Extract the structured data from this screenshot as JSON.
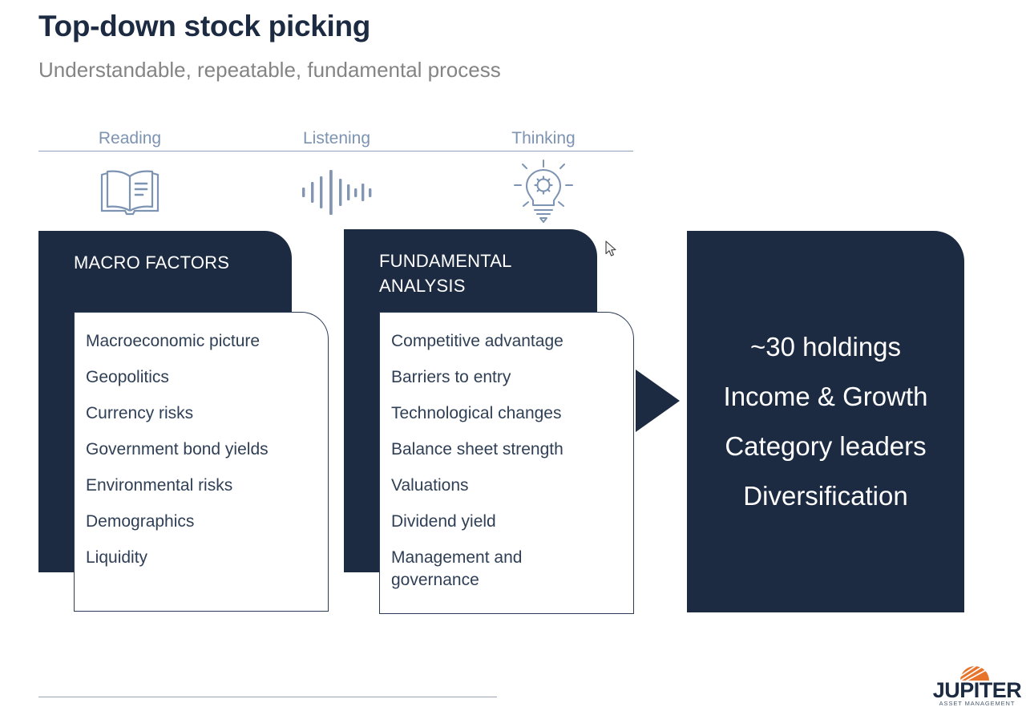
{
  "header": {
    "title": "Top-down stock picking",
    "subtitle": "Understandable, repeatable, fundamental process"
  },
  "modalities": [
    {
      "label": "Reading",
      "icon": "open-book-icon"
    },
    {
      "label": "Listening",
      "icon": "audio-waveform-icon"
    },
    {
      "label": "Thinking",
      "icon": "lightbulb-gear-icon"
    }
  ],
  "groups": [
    {
      "title": "MACRO FACTORS",
      "items": [
        "Macroeconomic picture",
        "Geopolitics",
        "Currency risks",
        "Government bond yields",
        "Environmental risks",
        "Demographics",
        "Liquidity"
      ]
    },
    {
      "title": "FUNDAMENTAL ANALYSIS",
      "items": [
        "Competitive advantage",
        "Barriers to entry",
        "Technological changes",
        "Balance sheet strength",
        "Valuations",
        "Dividend yield",
        "Management and\ngovernance"
      ]
    }
  ],
  "outcome": {
    "items": [
      "~30 holdings",
      "Income & Growth",
      "Category leaders",
      "Diversification"
    ]
  },
  "brand": {
    "name": "JUPITER",
    "tagline": "ASSET MANAGEMENT"
  },
  "colors": {
    "navy": "#1c2b42",
    "subtitle_gray": "#848484",
    "modality_blue": "#7d93b2",
    "body_slate": "#2f3f55",
    "brand_orange": "#e8742c"
  }
}
